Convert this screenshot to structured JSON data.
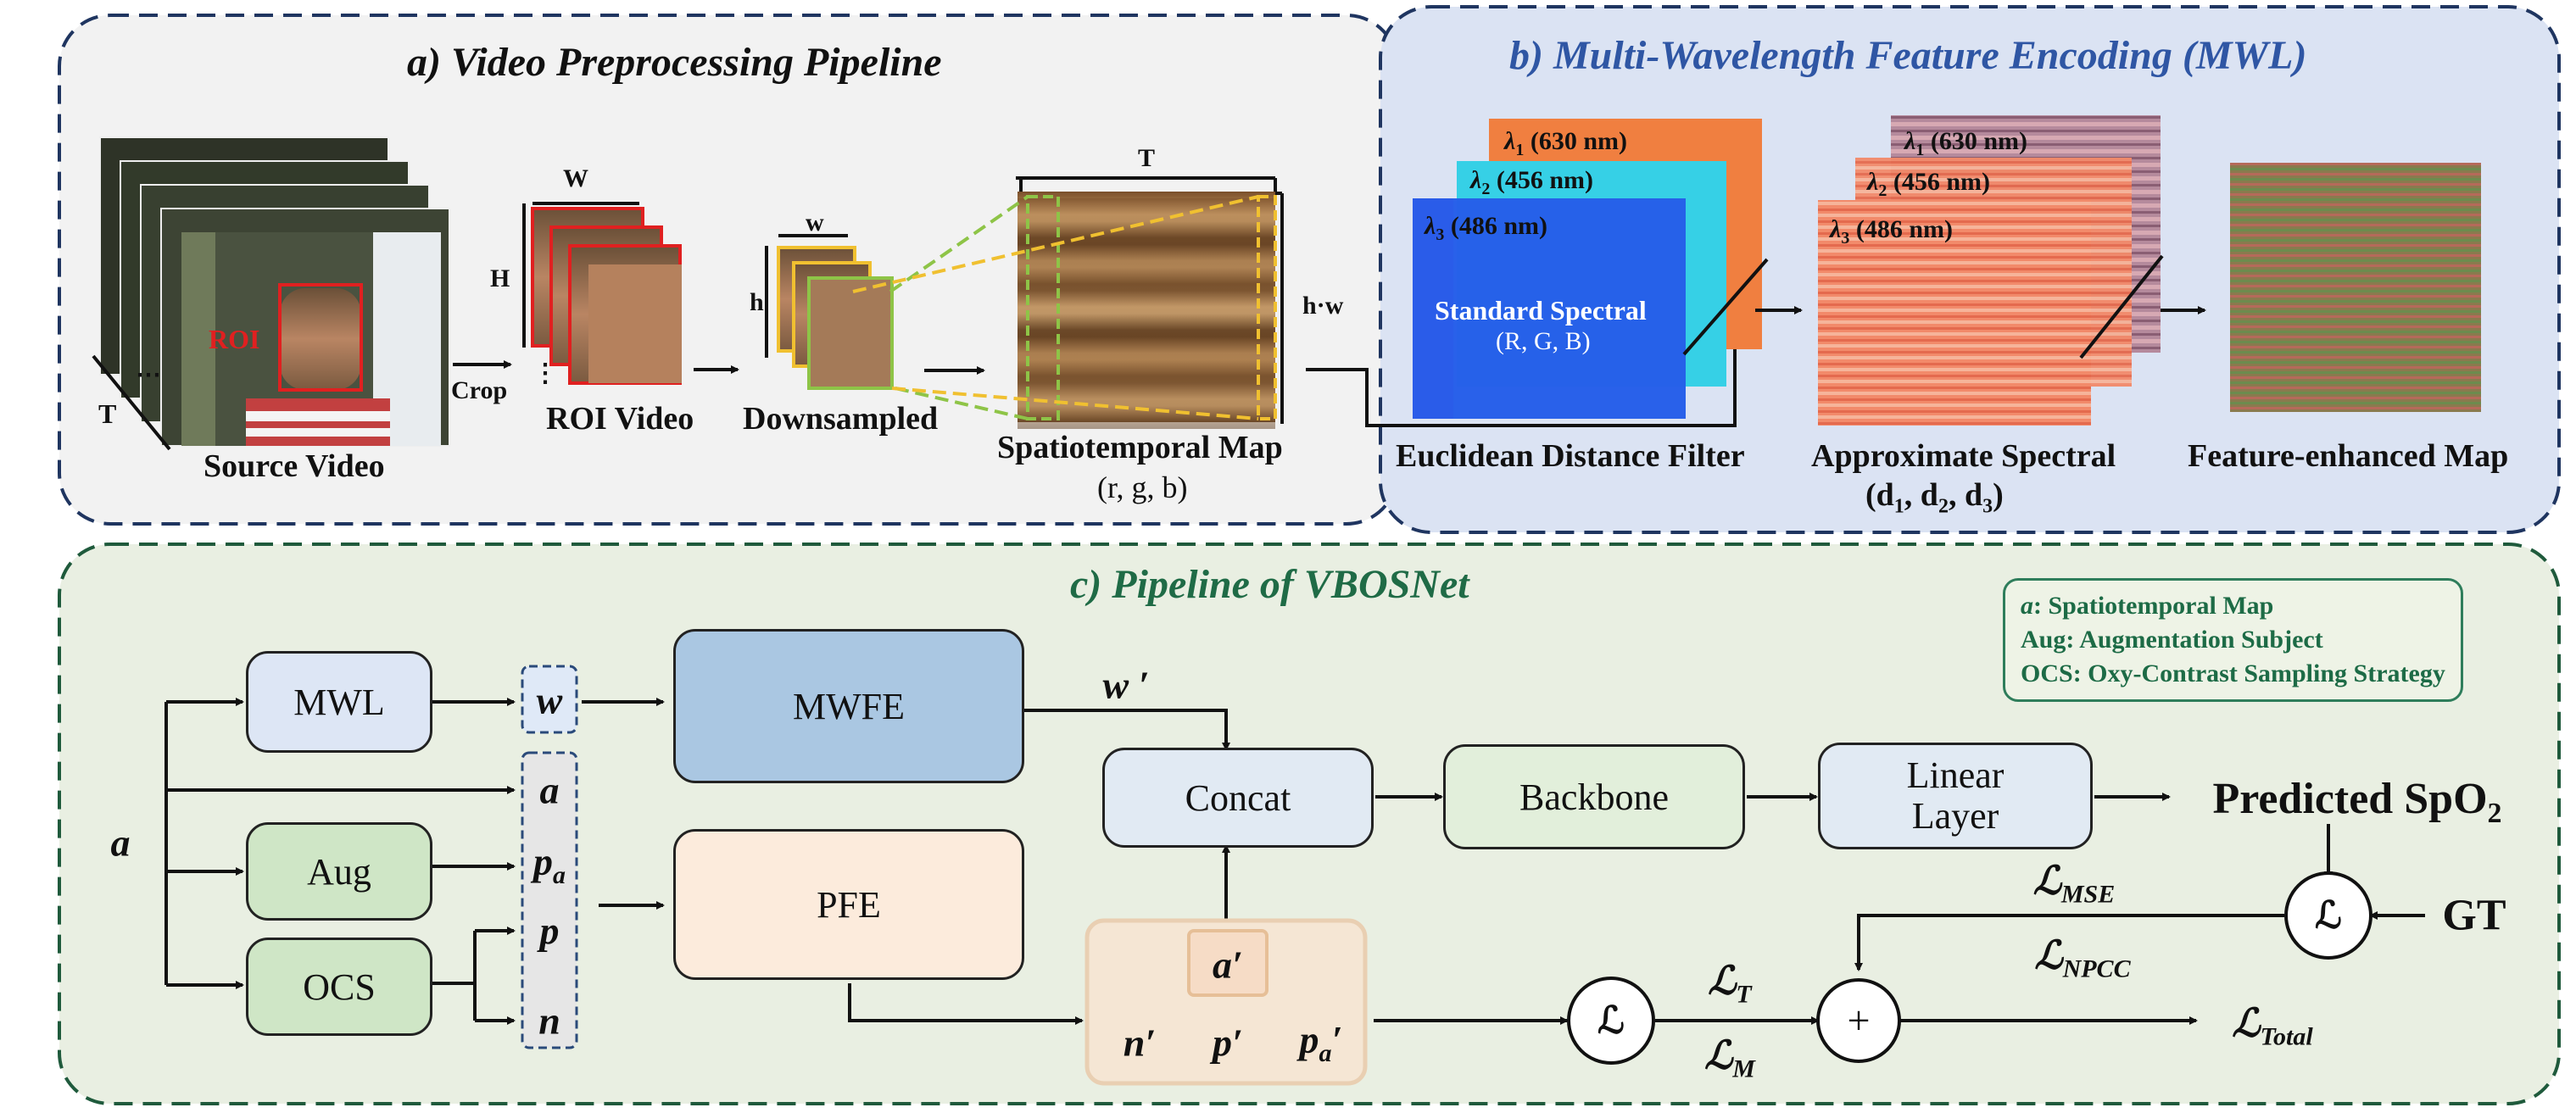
{
  "panels": {
    "a_title": "a) Video Preprocessing Pipeline",
    "b_title": "b) Multi-Wavelength Feature Encoding (MWL)",
    "c_title": "c) Pipeline of VBOSNet"
  },
  "panel_a": {
    "source_video": "Source Video",
    "roi_tag": "ROI",
    "t_label": "T",
    "crop": "Crop",
    "roi_video": "ROI Video",
    "downsampled": "Downsampled",
    "spatiotemporal_map": "Spatiotemporal Map",
    "rgb": "(r, g, b)",
    "W": "W",
    "H": "H",
    "w": "w",
    "h": "h",
    "T": "T",
    "hw": "h·w"
  },
  "panel_b": {
    "lambda1": "(630 nm)",
    "lambda2": "(456 nm)",
    "lambda3": "(486 nm)",
    "standard_spectral": "Standard Spectral",
    "standard_rgb": "(R, G, B)",
    "euclidean": "Euclidean Distance Filter",
    "approx_spectral": "Approximate Spectral",
    "approx_d": "(d1, d2, d3)",
    "feature_map": "Feature-enhanced Map"
  },
  "panel_c": {
    "input_a": "a",
    "mwl": "MWL",
    "aug": "Aug",
    "ocs": "OCS",
    "mwfe": "MWFE",
    "pfe": "PFE",
    "concat": "Concat",
    "backbone": "Backbone",
    "linear1": "Linear",
    "linear2": "Layer",
    "predicted": "Predicted SpO",
    "predicted_sub": "2",
    "gt": "GT",
    "stack": [
      "w",
      "a",
      "pa",
      "p",
      "n"
    ],
    "w_prime": "w ′",
    "a_prime": "a′",
    "n_prime": "n′",
    "p_prime": "p′",
    "pa_prime": "pa′",
    "loss_symbol": "ℒ",
    "plus": "+",
    "l_mse": "MSE",
    "l_npcc": "NPCC",
    "l_t": "T",
    "l_m": "M",
    "l_total": "Total"
  },
  "legend": [
    {
      "key": "a",
      "text": ": Spatiotemporal Map"
    },
    {
      "key": "Aug",
      "text": ": Augmentation Subject"
    },
    {
      "key": "OCS",
      "text": ": Oxy-Contrast Sampling Strategy"
    }
  ],
  "colors": {
    "panel_a_bg": "#f2f2f2",
    "panel_b_bg": "#dbe3f3",
    "panel_c_bg": "#e9efe2",
    "mwl": "#dde6f5",
    "mwfe": "#aac7e2",
    "aug": "#cfe6c6",
    "pfe": "#fcebdc",
    "concat": "#e1eaf3",
    "backbone": "#e2efdb",
    "linear": "#e1eaf3",
    "orange": "#f07f40",
    "cyan": "#36d0e6",
    "blue": "#2154e8"
  }
}
